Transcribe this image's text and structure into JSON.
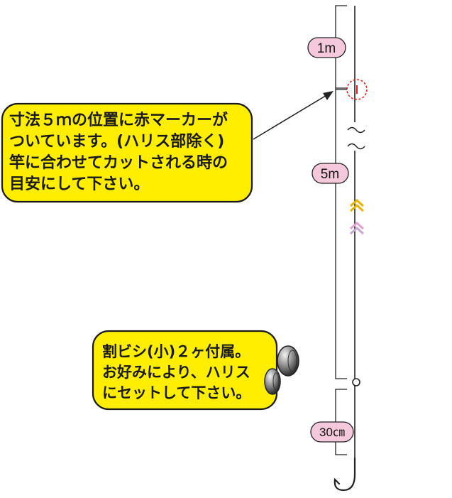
{
  "colors": {
    "callout_fill": "#ffee00",
    "callout_stroke": "#1a1a1a",
    "pill_fill": "#f5c8dc",
    "line": "#222222",
    "marker": "#e02020",
    "chevron_yellow": "#e8b400",
    "chevron_pink": "#e0a0d0"
  },
  "pills": {
    "one_meter": "1m",
    "five_meter": "5m",
    "thirty_cm": "30㎝"
  },
  "callout_top": {
    "line1": "寸法５ｍの位置に赤マーカーが",
    "line2": "ついています。(ハリス部除く)",
    "line3": "竿に合わせてカットされる時の",
    "line4": "目安にして下さい。"
  },
  "callout_bottom": {
    "line1": "割ビシ(小)２ヶ付属。",
    "line2": "お好みにより、ハリス",
    "line3": "にセットして下さい。"
  },
  "icons": [
    "red-marker-icon",
    "chevron-icon",
    "split-shot-icon",
    "swivel-icon",
    "hook-icon",
    "arrow-icon"
  ]
}
